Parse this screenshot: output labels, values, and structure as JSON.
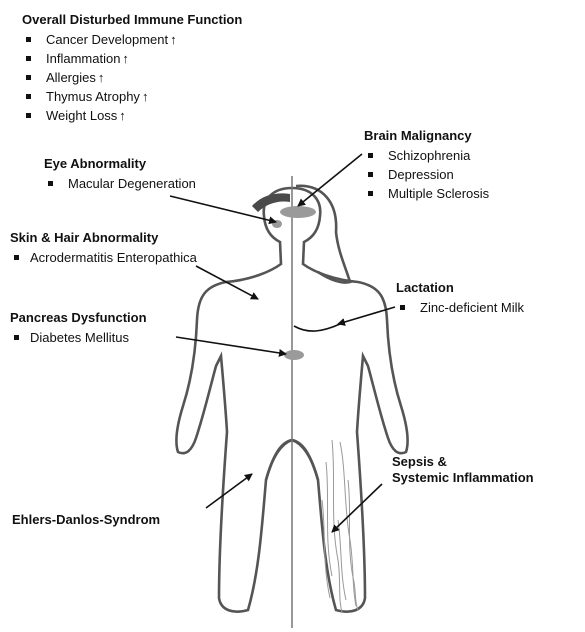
{
  "immune": {
    "heading": "Overall Disturbed Immune Function",
    "items": [
      {
        "label": "Cancer Development",
        "arrow": "↑"
      },
      {
        "label": "Inflammation",
        "arrow": "↑"
      },
      {
        "label": "Allergies",
        "arrow": "↑"
      },
      {
        "label": "Thymus Atrophy",
        "arrow": "↑"
      },
      {
        "label": "Weight Loss",
        "arrow": "↑"
      }
    ]
  },
  "brain": {
    "heading": "Brain Malignancy",
    "items": [
      "Schizophrenia",
      "Depression",
      "Multiple Sclerosis"
    ]
  },
  "eye": {
    "heading": "Eye Abnormality",
    "items": [
      "Macular Degeneration"
    ]
  },
  "skin": {
    "heading": "Skin & Hair Abnormality",
    "items": [
      "Acrodermatitis Enteropathica"
    ]
  },
  "lactation": {
    "heading": "Lactation",
    "items": [
      "Zinc-deficient Milk"
    ]
  },
  "pancreas": {
    "heading": "Pancreas Dysfunction",
    "items": [
      "Diabetes Mellitus"
    ]
  },
  "sepsis": {
    "heading_line1": "Sepsis &",
    "heading_line2": "Systemic Inflammation"
  },
  "eds": {
    "label": "Ehlers-Danlos-Syndrom"
  },
  "colors": {
    "outline": "#555555",
    "organ": "#9a9a9a",
    "hair": "#4a4a4a",
    "text": "#111111"
  }
}
